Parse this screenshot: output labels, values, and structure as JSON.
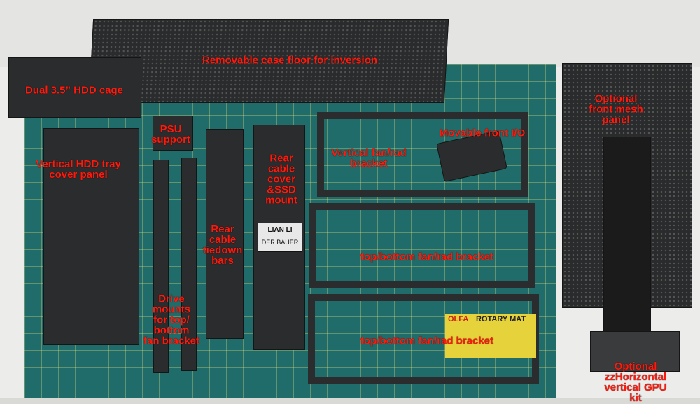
{
  "labels": {
    "case_floor": "Removable case floor for inversion",
    "hdd_cage": "Dual 3.5” HDD cage",
    "psu_support": "PSU\nsupport",
    "hdd_tray_cover": "Vertical HDD tray\ncover panel",
    "rear_cable_cover": "Rear\ncable\ncover\n&SSD\nmount",
    "vertical_fan_bracket": "Vertical fan/rad\nbracket",
    "front_io": "Movable front I/O",
    "front_mesh": "Optional\nfront mesh\npanel",
    "tiedown_bars": "Rear\ncable\ntiedown\nbars",
    "fan_bracket_1": "top/bottom fan/rad bracket",
    "fan_bracket_2": "top/bottom fan/rad bracket",
    "drive_mounts": "Drive\nmounts\nfor top/\nbottom\nfan bracket",
    "gpu_kit": "Optional\nzzHorizontal\nvertical GPU kit"
  },
  "logos": {
    "brand_plate_top": "LIAN LI",
    "brand_plate_bottom": "DER BAUER",
    "mat_brand": "OLFA",
    "mat_name": "ROTARY MAT"
  },
  "colors": {
    "label": "#ff1a0d",
    "mat": "#1f6c6a",
    "parts": "#2b2c2d"
  }
}
